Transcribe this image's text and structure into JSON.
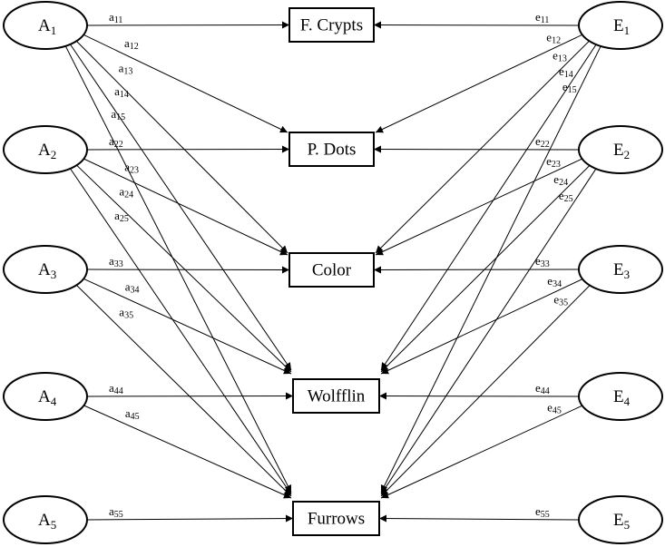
{
  "left_nodes": [
    {
      "id": "A1",
      "letter": "A",
      "sub": "1"
    },
    {
      "id": "A2",
      "letter": "A",
      "sub": "2"
    },
    {
      "id": "A3",
      "letter": "A",
      "sub": "3"
    },
    {
      "id": "A4",
      "letter": "A",
      "sub": "4"
    },
    {
      "id": "A5",
      "letter": "A",
      "sub": "5"
    }
  ],
  "right_nodes": [
    {
      "id": "E1",
      "letter": "E",
      "sub": "1"
    },
    {
      "id": "E2",
      "letter": "E",
      "sub": "2"
    },
    {
      "id": "E3",
      "letter": "E",
      "sub": "3"
    },
    {
      "id": "E4",
      "letter": "E",
      "sub": "4"
    },
    {
      "id": "E5",
      "letter": "E",
      "sub": "5"
    }
  ],
  "boxes": [
    {
      "id": "B1",
      "label": "F. Crypts"
    },
    {
      "id": "B2",
      "label": "P. Dots"
    },
    {
      "id": "B3",
      "label": "Color"
    },
    {
      "id": "B4",
      "label": "Wolfflin"
    },
    {
      "id": "B5",
      "label": "Furrows"
    }
  ],
  "edges": [
    {
      "from": "A1",
      "to": "B1",
      "letter": "a",
      "sub": "11"
    },
    {
      "from": "A1",
      "to": "B2",
      "letter": "a",
      "sub": "12"
    },
    {
      "from": "A1",
      "to": "B3",
      "letter": "a",
      "sub": "13"
    },
    {
      "from": "A1",
      "to": "B4",
      "letter": "a",
      "sub": "14"
    },
    {
      "from": "A1",
      "to": "B5",
      "letter": "a",
      "sub": "15"
    },
    {
      "from": "A2",
      "to": "B2",
      "letter": "a",
      "sub": "22"
    },
    {
      "from": "A2",
      "to": "B3",
      "letter": "a",
      "sub": "23"
    },
    {
      "from": "A2",
      "to": "B4",
      "letter": "a",
      "sub": "24"
    },
    {
      "from": "A2",
      "to": "B5",
      "letter": "a",
      "sub": "25"
    },
    {
      "from": "A3",
      "to": "B3",
      "letter": "a",
      "sub": "33"
    },
    {
      "from": "A3",
      "to": "B4",
      "letter": "a",
      "sub": "34"
    },
    {
      "from": "A3",
      "to": "B5",
      "letter": "a",
      "sub": "35"
    },
    {
      "from": "A4",
      "to": "B4",
      "letter": "a",
      "sub": "44"
    },
    {
      "from": "A4",
      "to": "B5",
      "letter": "a",
      "sub": "45"
    },
    {
      "from": "A5",
      "to": "B5",
      "letter": "a",
      "sub": "55"
    },
    {
      "from": "E1",
      "to": "B1",
      "letter": "e",
      "sub": "11"
    },
    {
      "from": "E1",
      "to": "B2",
      "letter": "e",
      "sub": "12"
    },
    {
      "from": "E1",
      "to": "B3",
      "letter": "e",
      "sub": "13"
    },
    {
      "from": "E1",
      "to": "B4",
      "letter": "e",
      "sub": "14"
    },
    {
      "from": "E1",
      "to": "B5",
      "letter": "e",
      "sub": "15"
    },
    {
      "from": "E2",
      "to": "B2",
      "letter": "e",
      "sub": "22"
    },
    {
      "from": "E2",
      "to": "B3",
      "letter": "e",
      "sub": "23"
    },
    {
      "from": "E2",
      "to": "B4",
      "letter": "e",
      "sub": "24"
    },
    {
      "from": "E2",
      "to": "B5",
      "letter": "e",
      "sub": "25"
    },
    {
      "from": "E3",
      "to": "B3",
      "letter": "e",
      "sub": "33"
    },
    {
      "from": "E3",
      "to": "B4",
      "letter": "e",
      "sub": "34"
    },
    {
      "from": "E3",
      "to": "B5",
      "letter": "e",
      "sub": "35"
    },
    {
      "from": "E4",
      "to": "B4",
      "letter": "e",
      "sub": "44"
    },
    {
      "from": "E4",
      "to": "B5",
      "letter": "e",
      "sub": "45"
    },
    {
      "from": "E5",
      "to": "B5",
      "letter": "e",
      "sub": "55"
    }
  ],
  "colors": {
    "stroke": "#000000",
    "background": "#ffffff"
  }
}
